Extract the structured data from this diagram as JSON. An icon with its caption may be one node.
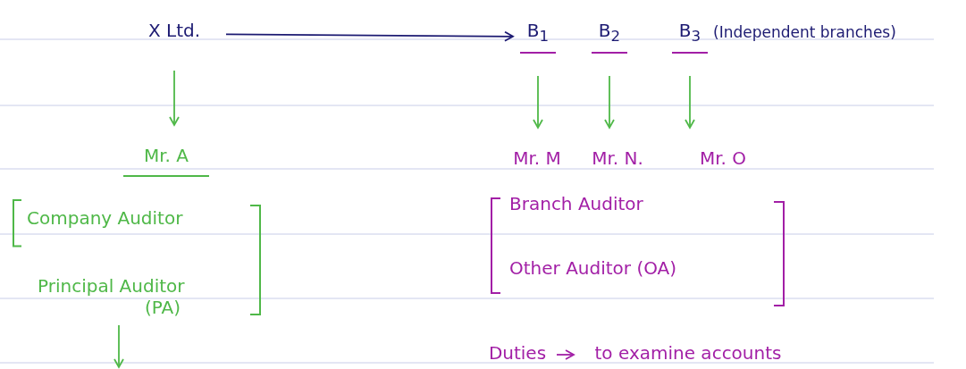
{
  "diagram": {
    "nodes": [
      {
        "text": [
          "X Ltd."
        ]
      },
      {
        "text": [
          "B$_{1}$"
        ]
      },
      {
        "text": [
          "B$_{2}$"
        ]
      },
      {
        "text": [
          "B$_{3}$"
        ]
      },
      {
        "text": [
          "Mr. A"
        ]
      },
      {
        "text": [
          "Mr. M"
        ]
      },
      {
        "text": [
          "Mr. N."
        ]
      },
      {
        "text": [
          "Mr. O"
        ]
      },
      {
        "text": [
          "Company Auditor",
          "Principal Auditor",
          "(PA)"
        ]
      },
      {
        "text": [
          "Branch Auditor",
          "Other Auditor (OA)"
        ]
      },
      {
        "text": [
          "Duties"
        ]
      },
      {
        "text": [
          "to examine accounts"
        ]
      }
    ],
    "edges": [
      {
        "from": 0,
        "to": 1,
        "arrow": "to",
        "color": "#1c1a72"
      },
      {
        "from": 0,
        "to": 4,
        "arrow": "to"
      },
      {
        "from": 1,
        "to": 5,
        "arrow": "to"
      },
      {
        "from": 2,
        "to": 6,
        "arrow": "to"
      },
      {
        "from": 3,
        "to": 7,
        "arrow": "to"
      },
      {
        "from": 8,
        "to": null,
        "arrow": "to"
      },
      {
        "from": 10,
        "to": 11,
        "arrow": "to",
        "color": "#a21fa6"
      }
    ],
    "labels": [
      "(Independent branches)"
    ]
  }
}
